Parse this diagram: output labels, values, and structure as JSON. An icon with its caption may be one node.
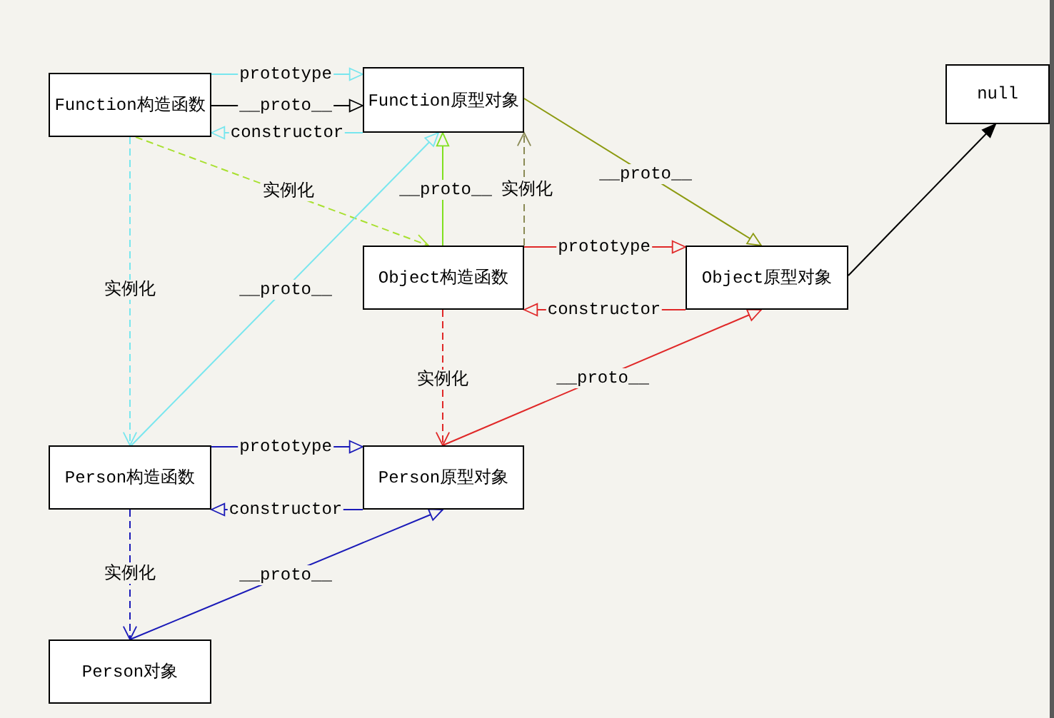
{
  "diagram": {
    "nodes": [
      {
        "text": [
          "Function构造函数"
        ]
      },
      {
        "text": [
          "Function原型对象"
        ]
      },
      {
        "text": [
          "null"
        ]
      },
      {
        "text": [
          "Object构造函数"
        ]
      },
      {
        "text": [
          "Object原型对象"
        ]
      },
      {
        "text": [
          "Person构造函数"
        ]
      },
      {
        "text": [
          "Person原型对象"
        ]
      },
      {
        "text": [
          "Person对象"
        ]
      }
    ],
    "edges": [
      {
        "from": 0,
        "to": 1,
        "arrow": "to",
        "label": "prototype",
        "color": "#78e6ee"
      },
      {
        "from": 0,
        "to": 1,
        "arrow": "to",
        "label": "__proto__",
        "color": "#000000"
      },
      {
        "from": 1,
        "to": 0,
        "arrow": "to",
        "label": "constructor",
        "color": "#78e6ee"
      },
      {
        "from": 0,
        "to": 3,
        "arrow": "to",
        "label": "实例化",
        "style": "dashed",
        "color": "#a8e030"
      },
      {
        "from": 3,
        "to": 1,
        "arrow": "to",
        "label": "__proto__",
        "color": "#80e020"
      },
      {
        "from": 3,
        "to": 1,
        "arrow": "to",
        "label": "实例化",
        "style": "dashed",
        "color": "#8a8a55"
      },
      {
        "from": 1,
        "to": 4,
        "arrow": "to",
        "label": "__proto__",
        "color": "#8c9a10"
      },
      {
        "from": 3,
        "to": 4,
        "arrow": "to",
        "label": "prototype",
        "color": "#e02828"
      },
      {
        "from": 4,
        "to": 3,
        "arrow": "to",
        "label": "constructor",
        "color": "#e02828"
      },
      {
        "from": 4,
        "to": 2,
        "arrow": "to",
        "color": "#000000"
      },
      {
        "from": 0,
        "to": 5,
        "arrow": "to",
        "label": "实例化",
        "style": "dashed",
        "color": "#78e6ee"
      },
      {
        "from": 5,
        "to": 1,
        "arrow": "to",
        "label": "__proto__",
        "color": "#78e6ee"
      },
      {
        "from": 3,
        "to": 6,
        "arrow": "to",
        "label": "实例化",
        "style": "dashed",
        "color": "#e02828"
      },
      {
        "from": 6,
        "to": 4,
        "arrow": "to",
        "label": "__proto__",
        "color": "#e02828"
      },
      {
        "from": 5,
        "to": 6,
        "arrow": "to",
        "label": "prototype",
        "color": "#1a1ab8"
      },
      {
        "from": 6,
        "to": 5,
        "arrow": "to",
        "label": "constructor",
        "color": "#1a1ab8"
      },
      {
        "from": 5,
        "to": 7,
        "arrow": "to",
        "label": "实例化",
        "style": "dashed",
        "color": "#1a1ab8"
      },
      {
        "from": 7,
        "to": 6,
        "arrow": "to",
        "label": "__proto__",
        "color": "#1a1ab8"
      }
    ]
  }
}
